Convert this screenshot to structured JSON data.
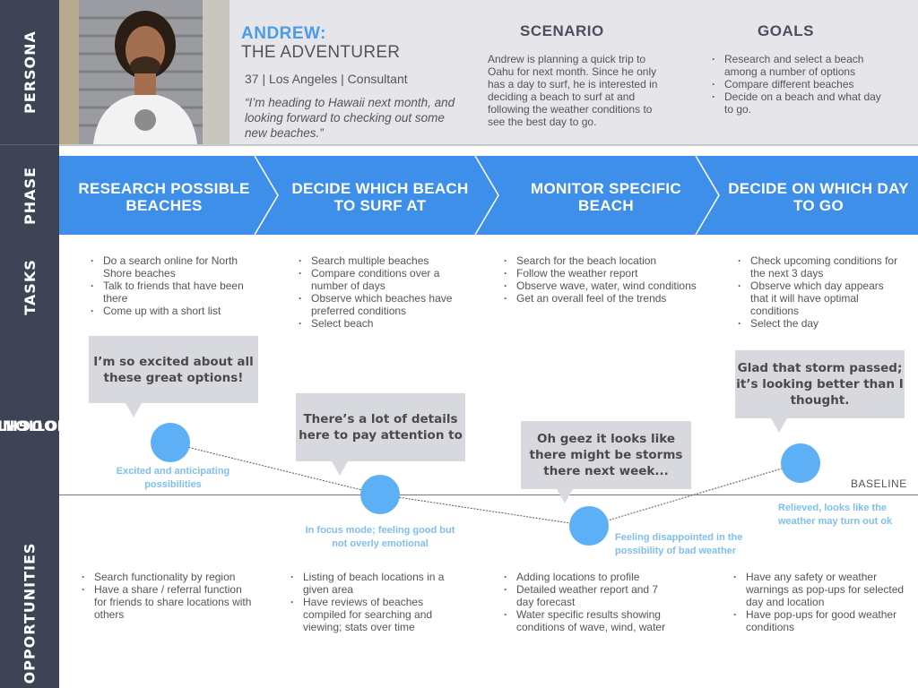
{
  "rows": {
    "persona": "PERSONA",
    "phase": "PHASE",
    "tasks": "TASKS",
    "thoughts": [
      "THOUGHTS &",
      "EMOTIONS"
    ],
    "opportunities": "OPPORTUNITIES"
  },
  "persona": {
    "name": "ANDREW:",
    "subtitle": "THE ADVENTURER",
    "meta": "37 | Los Angeles | Consultant",
    "quote": "“I’m heading to Hawaii next month, and looking forward to checking out some new beaches.”"
  },
  "scenario": {
    "heading": "SCENARIO",
    "text": "Andrew is planning a quick trip to Oahu for next month. Since he only has a day to surf, he is interested in deciding a beach to surf at and following the weather conditions to see the best day to go."
  },
  "goals": {
    "heading": "GOALS",
    "items": [
      "Research and select a beach among a number of options",
      "Compare different beaches",
      "Decide on a beach and what day to go."
    ]
  },
  "phases": [
    {
      "label": "RESEARCH POSSIBLE BEACHES",
      "tasks": [
        "Do a search online for North Shore beaches",
        "Talk to friends that have been there",
        "Come up with a short list"
      ],
      "thought": "I’m so excited about all these great options!",
      "emotion": "Excited and anticipating possibilities",
      "level": 0.72,
      "opportunities": [
        "Search functionality by region",
        "Have a share / referral function for friends to share locations with others"
      ]
    },
    {
      "label": "DECIDE WHICH BEACH TO SURF AT",
      "tasks": [
        "Search multiple beaches",
        "Compare conditions over a number of days",
        "Observe which beaches have preferred conditions",
        "Select beach"
      ],
      "thought": "There’s a lot of details here to pay attention to",
      "emotion": "In focus mode; feeling good but not overly emotional",
      "level": 0.0,
      "opportunities": [
        "Listing of beach locations in a given area",
        "Have reviews of beaches compiled for searching and viewing; stats over time"
      ]
    },
    {
      "label": "MONITOR SPECIFIC BEACH",
      "tasks": [
        "Search for the beach location",
        "Follow the weather report",
        "Observe wave, water, wind conditions",
        "Get an overall feel of the trends"
      ],
      "thought": "Oh geez it looks like there might be storms there next week...",
      "emotion": "Feeling disappointed in the possibility of bad weather",
      "level": -0.44,
      "opportunities": [
        "Adding locations to profile",
        "Detailed weather report and 7 day forecast",
        "Water specific results showing conditions of wave, wind, water"
      ]
    },
    {
      "label": "DECIDE ON WHICH DAY TO GO",
      "tasks": [
        "Check upcoming conditions for the next 3 days",
        "Observe which day appears that it will have optimal conditions",
        "Select the day"
      ],
      "thought": "Glad that storm passed; it’s looking better than I thought.",
      "emotion": "Relieved, looks like the weather may turn out ok",
      "level": 0.44,
      "opportunities": [
        "Have any safety or weather warnings as pop-ups for selected day and location",
        "Have pop-ups for good weather conditions"
      ]
    }
  ],
  "baseline_label": "BASELINE",
  "colors": {
    "sidebar": "#3e4455",
    "phase_band": "#3d8fea",
    "accent": "#4a9be8",
    "dot": "#5db0f5",
    "bubble": "#d8d9de",
    "emotion_text": "#7fbff0"
  }
}
